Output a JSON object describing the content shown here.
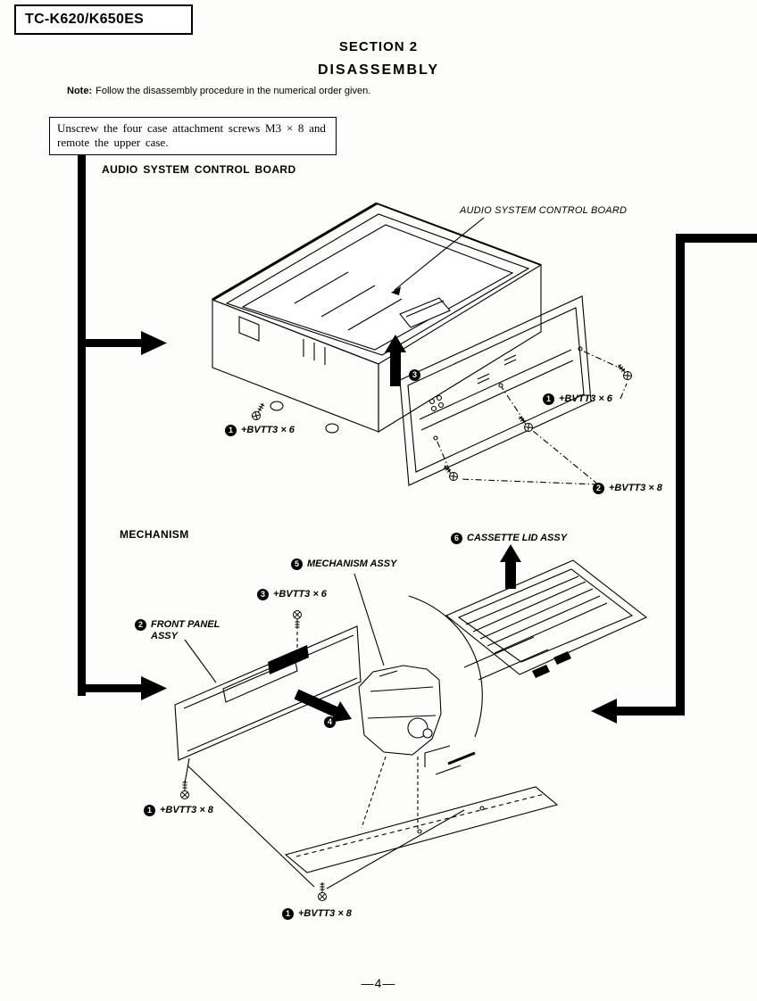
{
  "header": {
    "model": "TC-K620/K650ES"
  },
  "title": {
    "line1": "SECTION 2",
    "line2": "DISASSEMBLY"
  },
  "note": {
    "label": "Note:",
    "text": "Follow the disassembly procedure in the numerical order given."
  },
  "step_box": {
    "line1": "Unscrew the four case attachment screws M3 × 8 and",
    "line2": "remote the upper case."
  },
  "diagram1": {
    "heading": "AUDIO SYSTEM CONTROL BOARD",
    "board_callout": "AUDIO SYSTEM CONTROL BOARD",
    "screw_left": {
      "num": "1",
      "text": "+BVTT3 × 6"
    },
    "screw_right": {
      "num": "1",
      "text": "+BVTT3 × 6"
    },
    "screw_bottom": {
      "num": "2",
      "text": "+BVTT3 × 8"
    },
    "marker_board": {
      "num": "3"
    }
  },
  "diagram2": {
    "heading": "MECHANISM",
    "cassette_lid": {
      "num": "6",
      "text": "CASSETTE LID ASSY"
    },
    "mechanism": {
      "num": "5",
      "text": "MECHANISM ASSY"
    },
    "screw_top": {
      "num": "3",
      "text": "+BVTT3 × 6"
    },
    "front_panel": {
      "num": "2",
      "line1": "FRONT PANEL",
      "line2": "ASSY"
    },
    "marker_panel": {
      "num": "4"
    },
    "screw_left": {
      "num": "1",
      "text": "+BVTT3 × 8"
    },
    "screw_bottom": {
      "num": "1",
      "text": "+BVTT3 × 8"
    }
  },
  "footer": {
    "page_number": "—4—"
  }
}
